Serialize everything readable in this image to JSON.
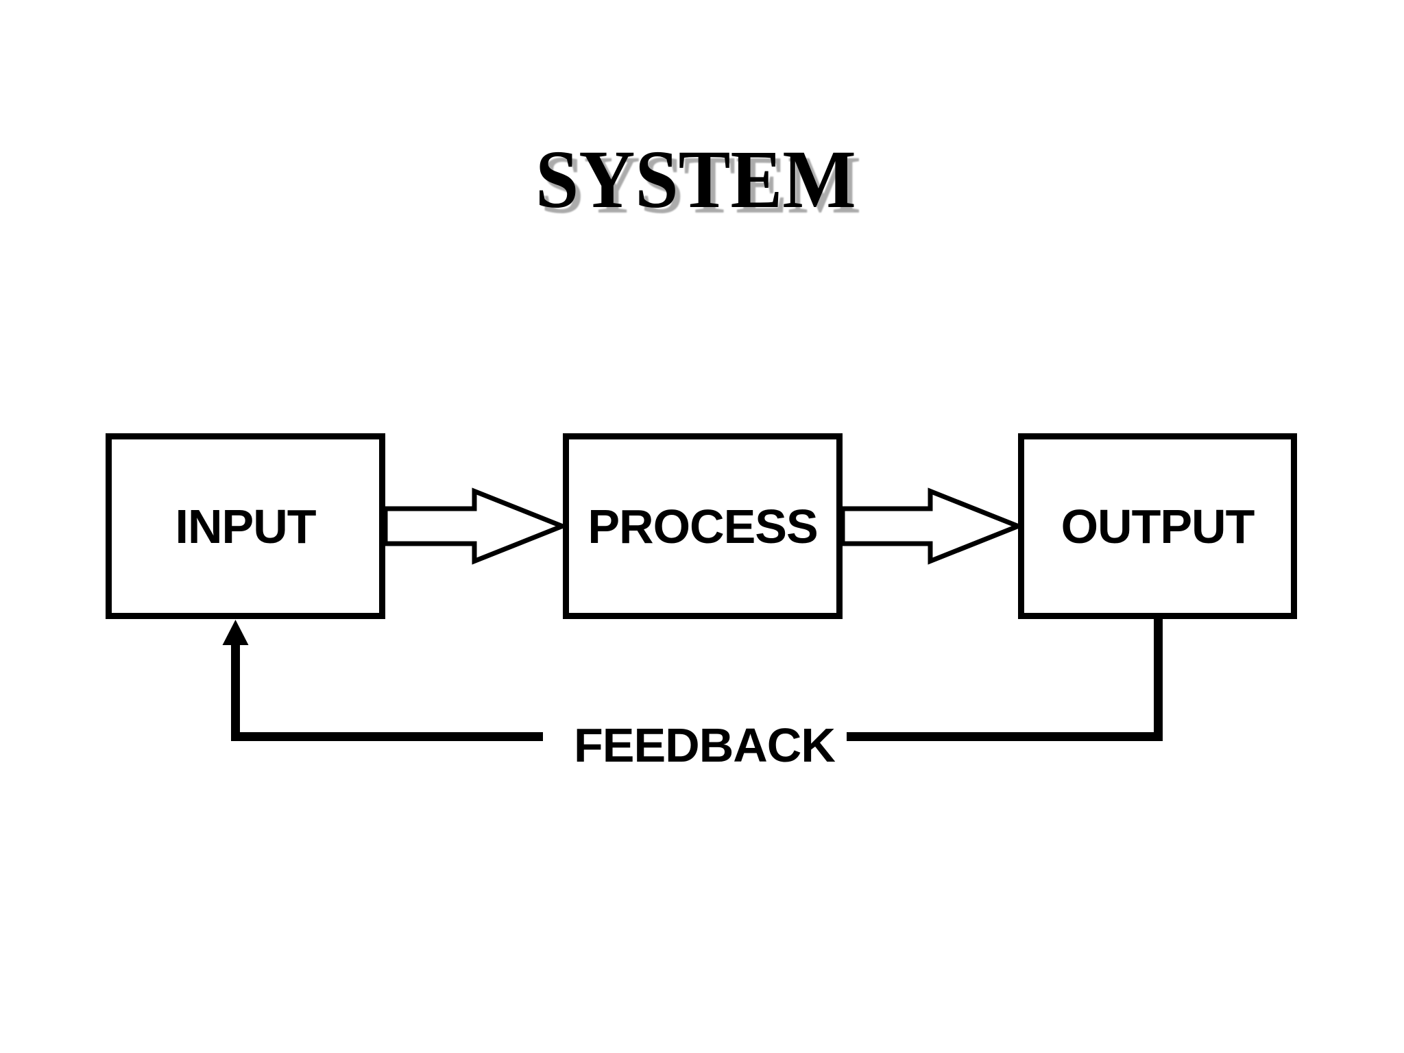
{
  "slide": {
    "title": "SYSTEM"
  },
  "diagram": {
    "nodes": [
      {
        "id": "input",
        "label": "INPUT"
      },
      {
        "id": "process",
        "label": "PROCESS"
      },
      {
        "id": "output",
        "label": "OUTPUT"
      }
    ],
    "connectors": [
      {
        "from": "INPUT",
        "to": "PROCESS",
        "type": "hollow-block-arrow",
        "direction": "right"
      },
      {
        "from": "PROCESS",
        "to": "OUTPUT",
        "type": "hollow-block-arrow",
        "direction": "right"
      },
      {
        "from": "OUTPUT",
        "to": "INPUT",
        "type": "feedback-loop-line",
        "direction": "down-left-up"
      }
    ],
    "feedback_label": "FEEDBACK"
  },
  "colors": {
    "ink": "#000000",
    "fill": "#ffffff",
    "title_shadow": "#ababab"
  }
}
